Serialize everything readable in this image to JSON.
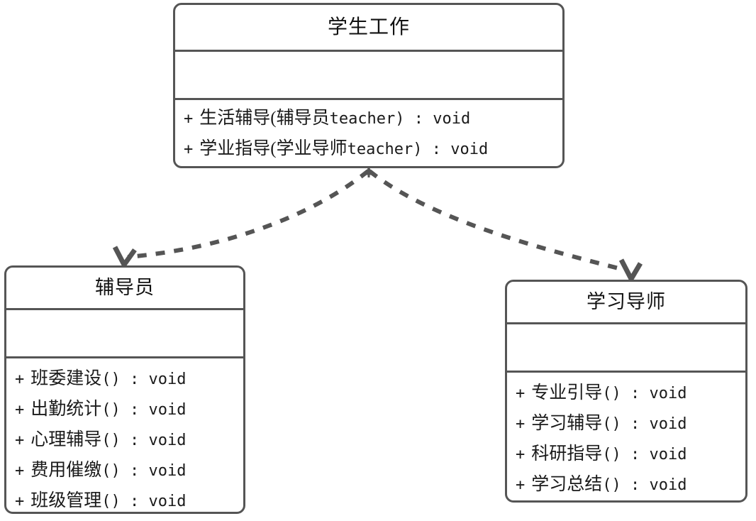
{
  "diagram": {
    "kind": "uml-class-diagram",
    "stroke_color": "#555555",
    "text_color": "#1a1a1a",
    "background": "#ffffff",
    "classes": [
      {
        "id": "student-work",
        "name": "学生工作",
        "attributes": [],
        "operations": [
          {
            "visibility": "+",
            "signature": "生活辅导(辅导员 ",
            "mono": "teacher) : void"
          },
          {
            "visibility": "+",
            "signature": "学业指导(学业导师 ",
            "mono": "teacher) : void"
          }
        ]
      },
      {
        "id": "counselor",
        "name": "辅导员",
        "attributes": [],
        "operations": [
          {
            "visibility": "+",
            "signature": "班委建设",
            "mono": "() : void"
          },
          {
            "visibility": "+",
            "signature": "出勤统计",
            "mono": "() : void"
          },
          {
            "visibility": "+",
            "signature": "心理辅导",
            "mono": "() : void"
          },
          {
            "visibility": "+",
            "signature": "费用催缴",
            "mono": "() : void"
          },
          {
            "visibility": "+",
            "signature": "班级管理",
            "mono": "() : void"
          }
        ]
      },
      {
        "id": "study-mentor",
        "name": "学习导师",
        "attributes": [],
        "operations": [
          {
            "visibility": "+",
            "signature": "专业引导",
            "mono": "() : void"
          },
          {
            "visibility": "+",
            "signature": "学习辅导",
            "mono": "() : void"
          },
          {
            "visibility": "+",
            "signature": "科研指导",
            "mono": "() : void"
          },
          {
            "visibility": "+",
            "signature": "学习总结",
            "mono": "() : void"
          }
        ]
      }
    ],
    "relationships": [
      {
        "id": "rel-student-work-to-counselor",
        "type": "dashed-open-arrow",
        "from": "student-work",
        "to": "counselor",
        "label": ""
      },
      {
        "id": "rel-student-work-to-study-mentor",
        "type": "dashed-open-arrow",
        "from": "student-work",
        "to": "study-mentor",
        "label": ""
      }
    ]
  }
}
